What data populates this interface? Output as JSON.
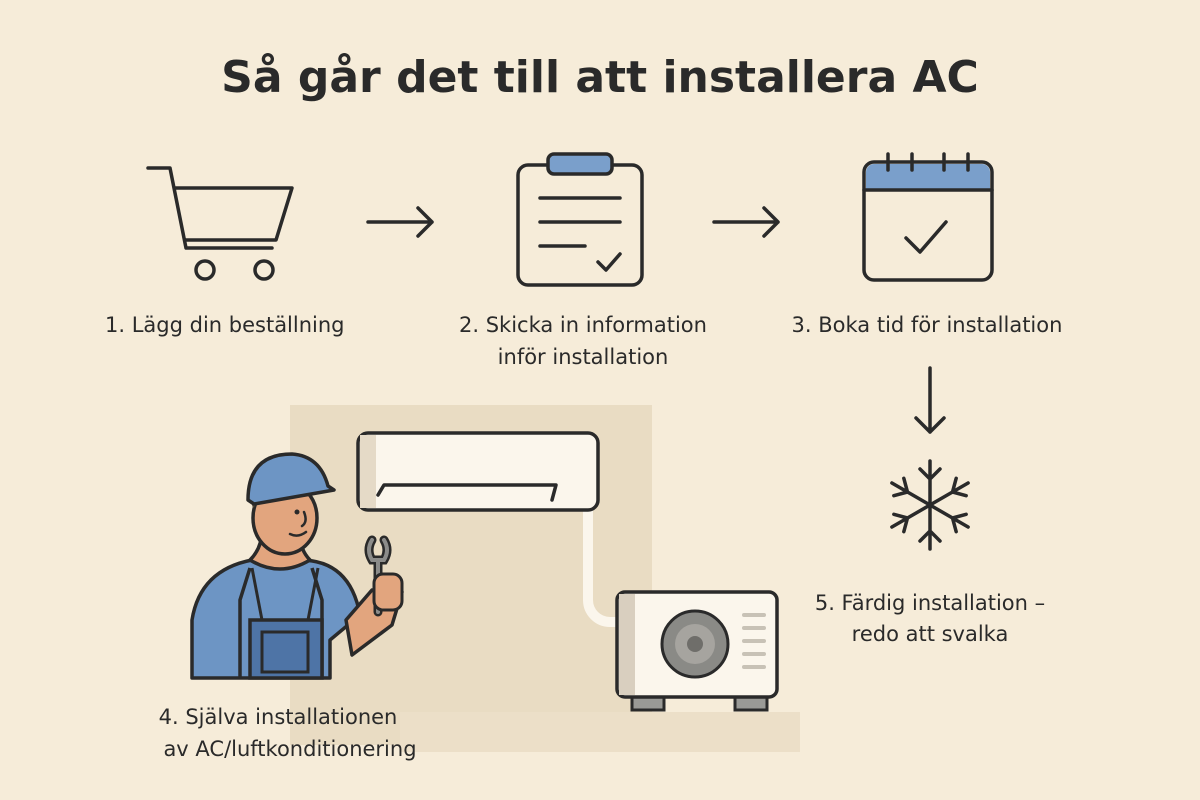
{
  "title": "Så går det till att installera AC",
  "steps": [
    {
      "label_lines": [
        "1. Lägg din beställning"
      ],
      "icon": "shopping-cart-icon"
    },
    {
      "label_lines": [
        "2. Skicka in information",
        "inför installation"
      ],
      "icon": "clipboard-check-icon"
    },
    {
      "label_lines": [
        "3. Boka tid för installation"
      ],
      "icon": "calendar-check-icon"
    },
    {
      "label_lines": [
        "4. Själva installationen",
        "av AC/luftkonditionering"
      ],
      "icon": "technician-ac-illustration"
    },
    {
      "label_lines": [
        "5. Färdig installation –",
        "redo att svalka"
      ],
      "icon": "snowflake-icon"
    }
  ],
  "colors": {
    "background": "#f6ecd9",
    "accent_blue": "#7a9fcb",
    "wall": "#e9dcc3",
    "text": "#2a2a2a"
  }
}
